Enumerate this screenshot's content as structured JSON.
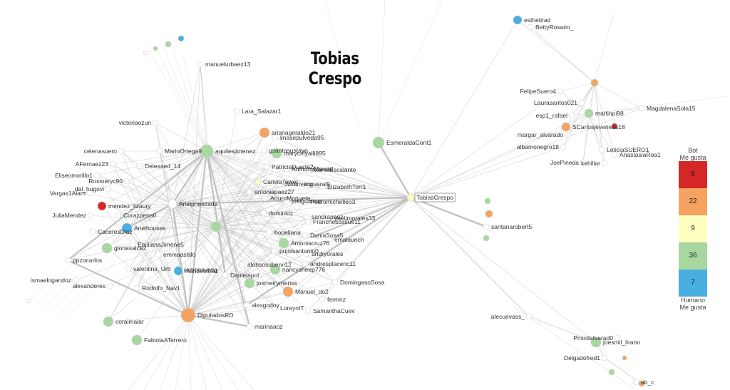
{
  "title": "Tobias Crespo",
  "legend": {
    "top_line1": "Bot",
    "top_line2": "Me gusta",
    "bottom_line1": "Humano",
    "bottom_line2": "Me gusta",
    "bins": [
      {
        "count": "8",
        "color": "#d62728"
      },
      {
        "count": "22",
        "color": "#f4a460"
      },
      {
        "count": "9",
        "color": "#ffffc0"
      },
      {
        "count": "36",
        "color": "#a8d8a0"
      },
      {
        "count": "7",
        "color": "#4aaee0"
      }
    ]
  },
  "colors": {
    "red": "#d62728",
    "orange": "#f4a460",
    "yellow": "#ffffc0",
    "green": "#a8d8a0",
    "blue": "#4aaee0",
    "white": "#ffffff",
    "edge": "#bdbdbd"
  },
  "nodes": [
    {
      "id": "TobiasCrespo",
      "label": "TobiasCrespo",
      "color": "yellow",
      "boxed": true
    },
    {
      "id": "EsmeraldaCont1",
      "label": "EsmeraldaCont1",
      "color": "green"
    },
    {
      "id": "DiputadosRD",
      "label": "DiputadosRD",
      "color": "orange"
    },
    {
      "id": "aquilesjimenez",
      "label": "aquilesjimenez",
      "color": "green"
    },
    {
      "id": "Anelpnezada",
      "label": "Anelpneezada",
      "color": "white"
    },
    {
      "id": "manuelurbaez13",
      "label": "manuelurbaez13",
      "color": "white"
    },
    {
      "id": "Lara_Salazar1",
      "label": "Lara_Salazar1",
      "color": "white"
    },
    {
      "id": "victoriaozun",
      "label": "victoriaozun",
      "color": "white"
    },
    {
      "id": "arianageraldo21",
      "label": "arianageraldo21",
      "color": "orange"
    },
    {
      "id": "linasepulveda95",
      "label": "linasepulveda95",
      "color": "white"
    },
    {
      "id": "celenasuero",
      "label": "celenasuero",
      "color": "white"
    },
    {
      "id": "MarioOrtega9",
      "label": "MarioOrtega9",
      "color": "white"
    },
    {
      "id": "gsantosustavo",
      "label": "gsantosustavo",
      "color": "white"
    },
    {
      "id": "marycelyalll895",
      "label": "marycelyalll895",
      "color": "green"
    },
    {
      "id": "AFernaez23",
      "label": "AFernaez23",
      "color": "white"
    },
    {
      "id": "Deleased_14",
      "label": "Deleased_14",
      "color": "white"
    },
    {
      "id": "PatriciaDuarte2",
      "label": "PatriciaDuarte2",
      "color": "white"
    },
    {
      "id": "AntonioMarcial",
      "label": "AnthonyMarcial",
      "color": "white"
    },
    {
      "id": "MarielEscalante",
      "label": "MarielEscalante",
      "color": "white"
    },
    {
      "id": "Eliseomorillo1",
      "label": "Eliseomorillo1",
      "color": "white"
    },
    {
      "id": "Rosmeryc90",
      "label": "Rosmeryc90",
      "color": "white"
    },
    {
      "id": "CamilaTower",
      "label": "CamilaTower",
      "color": "yellow"
    },
    {
      "id": "Juliarivero",
      "label": "Juliarivero",
      "color": "white"
    },
    {
      "id": "rogueral9",
      "label": "rogueral9",
      "color": "white"
    },
    {
      "id": "dal_hugovi",
      "label": "dal_hugovi",
      "color": "white"
    },
    {
      "id": "ElizabethTorr1",
      "label": "ElizabethTorr1",
      "color": "white"
    },
    {
      "id": "antoniapaez27",
      "label": "antoniapaez27",
      "color": "white"
    },
    {
      "id": "Vargas1Alam",
      "label": "Vargas1Alam",
      "color": "white"
    },
    {
      "id": "ArturoMoquete",
      "label": "ArturoMoquete",
      "color": "white"
    },
    {
      "id": "joelguzman",
      "label": "joelguzman",
      "color": "white"
    },
    {
      "id": "Pedrohnichelleo3",
      "label": "Pedromichelleo3",
      "color": "white"
    },
    {
      "id": "mendez_lizaury",
      "label": "mendez_lizaury",
      "color": "red"
    },
    {
      "id": "dominldz",
      "label": "dominldz",
      "color": "white"
    },
    {
      "id": "JuliaMendez",
      "label": "JuliaMendez",
      "color": "white"
    },
    {
      "id": "Corazpena0",
      "label": "Corazpena0",
      "color": "white"
    },
    {
      "id": "sandrapaez",
      "label": "sandrapaez",
      "color": "white"
    },
    {
      "id": "yaelimorales33",
      "label": "yaelimorales33",
      "color": "white"
    },
    {
      "id": "Franchescasue11",
      "label": "Franchescasue11",
      "color": "white"
    },
    {
      "id": "Anelhouses",
      "label": "Anelhouses",
      "color": "blue"
    },
    {
      "id": "Caceres",
      "label": "CaceresDiaz",
      "color": "white"
    },
    {
      "id": "hopeliana",
      "label": "hopeliana",
      "color": "white"
    },
    {
      "id": "DuniaSosa5",
      "label": "DuniaSosa5",
      "color": "white"
    },
    {
      "id": "emalaunch",
      "label": "emalaunch",
      "color": "white"
    },
    {
      "id": "gloriasalce2",
      "label": "gloriasalce2",
      "color": "green"
    },
    {
      "id": "Antoniacruz76",
      "label": "Antoniacruz76",
      "color": "green"
    },
    {
      "id": "EmilianaJimene5",
      "label": "EmilianaJimene5",
      "color": "white"
    },
    {
      "id": "pujolsantonio0",
      "label": "pujolsantonio0",
      "color": "white"
    },
    {
      "id": "emmaastillo",
      "label": "emmaastillo",
      "color": "white"
    },
    {
      "id": "andryorales",
      "label": "andryorales",
      "color": "white"
    },
    {
      "id": "ppzocarlos",
      "label": "ppzocarlos",
      "color": "white"
    },
    {
      "id": "andresplacenc11",
      "label": "andresplacenc11",
      "color": "white"
    },
    {
      "id": "alonsosubervi12",
      "label": "alonsosubervi12",
      "color": "white"
    },
    {
      "id": "valentina_Urb",
      "label": "valentina_Urb",
      "color": "white"
    },
    {
      "id": "ramonavasq",
      "label": "ramonavasq",
      "color": "white"
    },
    {
      "id": "mariobeltraz",
      "label": "maribeeltraz",
      "color": "blue"
    },
    {
      "id": "nancysheep776",
      "label": "nancysheep776",
      "color": "green"
    },
    {
      "id": "Danielapol",
      "label": "Danielapol",
      "color": "white"
    },
    {
      "id": "ismaelogandoz",
      "label": "ismaelogandoz",
      "color": "white"
    },
    {
      "id": "josmeirymeriss",
      "label": "josmeirymeriss",
      "color": "green"
    },
    {
      "id": "DomingasoSosa",
      "label": "DomingasoSosa",
      "color": "white"
    },
    {
      "id": "alexanderes",
      "label": "alexanderes",
      "color": "white"
    },
    {
      "id": "Rodolfo_Nav1",
      "label": "Rodolfo_Nav1",
      "color": "white"
    },
    {
      "id": "Manuel_do2",
      "label": "Manuel_do2",
      "color": "orange"
    },
    {
      "id": "fermnz",
      "label": "fermnz",
      "color": "white"
    },
    {
      "id": "alexgodoy",
      "label": "alexgodoy",
      "color": "white"
    },
    {
      "id": "LoreynIT",
      "label": "LoreynIT",
      "color": "white"
    },
    {
      "id": "SamanthaCuev",
      "label": "SamanthaCuev",
      "color": "white"
    },
    {
      "id": "coraimalar",
      "label": "coraimalar",
      "color": "green"
    },
    {
      "id": "marinaaoz",
      "label": "marinaaoz",
      "color": "white"
    },
    {
      "id": "FabiolaATerrero",
      "label": "FabiolaATerrero",
      "color": "green"
    },
    {
      "id": "santanarobert5",
      "label": "santanarobert5",
      "color": "white"
    },
    {
      "id": "esthetirad",
      "label": "esthetirad",
      "color": "blue"
    },
    {
      "id": "BettyRosario_",
      "label": "BettyRosario_",
      "color": "white"
    },
    {
      "id": "FelipeSuero4",
      "label": "FelipeSuero4",
      "color": "white"
    },
    {
      "id": "Laurasantos021",
      "label": "Laurasantos021",
      "color": "white"
    },
    {
      "id": "MagdalenaSola15",
      "label": "MagdalenaSola15",
      "color": "white"
    },
    {
      "id": "esp1_rafael",
      "label": "esp1_rafael",
      "color": "white"
    },
    {
      "id": "martinpi98",
      "label": "martinpi98",
      "color": "green"
    },
    {
      "id": "SCarlos",
      "label": "SCarlosjeveneas18",
      "color": "orange"
    },
    {
      "id": "margar_alvarado",
      "label": "margar_alvarado",
      "color": "white"
    },
    {
      "id": "albamonegro18",
      "label": "albamonegro18",
      "color": "white"
    },
    {
      "id": "LeticiaSUERO1",
      "label": "LeticiaSUERO1",
      "color": "white"
    },
    {
      "id": "AnastasiaRoa1",
      "label": "AnastasiaRoa1",
      "color": "white"
    },
    {
      "id": "JoePineda",
      "label": "JoePineda",
      "color": "white"
    },
    {
      "id": "kehillar",
      "label": "kehillar",
      "color": "white"
    },
    {
      "id": "alecuevass_",
      "label": "alecuevass_",
      "color": "white"
    },
    {
      "id": "PriscilaIvarad0",
      "label": "PriscilaIvarad0",
      "color": "white"
    },
    {
      "id": "joesmil_lirano",
      "label": "joesmil_lirano",
      "color": "green"
    },
    {
      "id": "Delgadofred1",
      "label": "Delgadofred1",
      "color": "white"
    },
    {
      "id": "ab_c",
      "label": "ab_c",
      "color": "white"
    }
  ]
}
